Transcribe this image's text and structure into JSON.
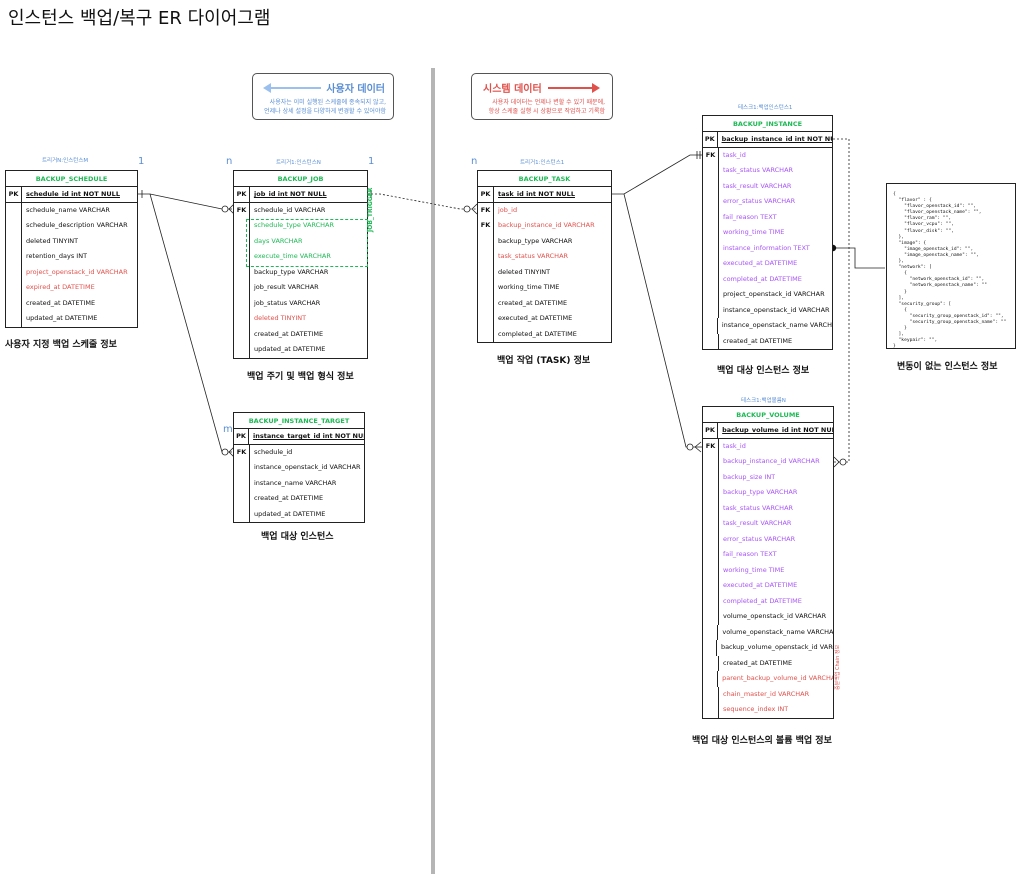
{
  "title": "인스턴스 백업/복구 ER 다이어그램",
  "notes": {
    "user": {
      "title": "사용자 데이터",
      "body": [
        "사용자는 이미 실행된 스케줄에 종속되지 않고,",
        "언제나 상세 설정을 다양하게 변경할 수 있어야함"
      ]
    },
    "system": {
      "title": "시스템 데이터",
      "body": [
        "사용자 데이터는 언제나 변할 수 있기 때문에,",
        "항상 스케줄 실행 시 상황으로 작업하고 기록함"
      ]
    }
  },
  "tables": {
    "backup_schedule": {
      "name": "BACKUP_SCHEDULE",
      "annotation": "트리거N:인스턴스M",
      "card_right": "1",
      "caption": "사용자 지정 백업 스케줄 정보",
      "pk": {
        "key": "PK",
        "field": "schedule_id int NOT NULL"
      },
      "rows": [
        {
          "key": "",
          "field": "schedule_name VARCHAR",
          "color": "black"
        },
        {
          "key": "",
          "field": "schedule_description VARCHAR",
          "color": "black"
        },
        {
          "key": "",
          "field": "deleted TINYINT",
          "color": "black"
        },
        {
          "key": "",
          "field": "retention_days INT",
          "color": "black"
        },
        {
          "key": "",
          "field": "project_openstack_id VARCHAR",
          "color": "red"
        },
        {
          "key": "",
          "field": "expired_at DATETIME",
          "color": "red"
        },
        {
          "key": "",
          "field": "created_at DATETIME",
          "color": "black"
        },
        {
          "key": "",
          "field": "updated_at DATETIME",
          "color": "black"
        }
      ]
    },
    "backup_job": {
      "name": "BACKUP_JOB",
      "annotation": "트리거1:인스턴스N",
      "card_left": "n",
      "card_right": "1",
      "caption": "백업 주기 및 백업 형식 정보",
      "trigger_label": "JOB_TRIGGER",
      "pk": {
        "key": "PK",
        "field": "job_id int NOT NULL"
      },
      "rows": [
        {
          "key": "FK",
          "field": "schedule_id VARCHAR",
          "color": "black"
        },
        {
          "key": "",
          "field": "schedule_type VARCHAR",
          "color": "green"
        },
        {
          "key": "",
          "field": "days VARCHAR",
          "color": "green"
        },
        {
          "key": "",
          "field": "execute_time VARCHAR",
          "color": "green"
        },
        {
          "key": "",
          "field": "backup_type VARCHAR",
          "color": "black"
        },
        {
          "key": "",
          "field": "job_result VARCHAR",
          "color": "black"
        },
        {
          "key": "",
          "field": "job_status VARCHAR",
          "color": "black"
        },
        {
          "key": "",
          "field": "deleted TINYINT",
          "color": "red"
        },
        {
          "key": "",
          "field": "created_at DATETIME",
          "color": "black"
        },
        {
          "key": "",
          "field": "updated_at DATETIME",
          "color": "black"
        }
      ]
    },
    "backup_instance_target": {
      "name": "BACKUP_INSTANCE_TARGET",
      "card_left": "m",
      "caption": "백업 대상 인스턴스",
      "pk": {
        "key": "PK",
        "field": "instance_target_id int NOT NULL"
      },
      "rows": [
        {
          "key": "FK",
          "field": "schedule_id",
          "color": "black"
        },
        {
          "key": "",
          "field": "instance_openstack_id VARCHAR",
          "color": "black"
        },
        {
          "key": "",
          "field": "instance_name VARCHAR",
          "color": "black"
        },
        {
          "key": "",
          "field": "created_at DATETIME",
          "color": "black"
        },
        {
          "key": "",
          "field": "updated_at DATETIME",
          "color": "black"
        }
      ]
    },
    "backup_task": {
      "name": "BACKUP_TASK",
      "annotation": "트리거1:인스턴스1",
      "card_left": "n",
      "caption": "백업 작업 (TASK) 정보",
      "pk": {
        "key": "PK",
        "field": "task_id int NOT NULL"
      },
      "rows": [
        {
          "key": "FK",
          "field": "job_id",
          "color": "red"
        },
        {
          "key": "FK",
          "field": "backup_instance_id VARCHAR",
          "color": "red"
        },
        {
          "key": "",
          "field": "backup_type VARCHAR",
          "color": "black"
        },
        {
          "key": "",
          "field": "task_status VARCHAR",
          "color": "red"
        },
        {
          "key": "",
          "field": "deleted TINYINT",
          "color": "black"
        },
        {
          "key": "",
          "field": "working_time TIME",
          "color": "black"
        },
        {
          "key": "",
          "field": "created_at DATETIME",
          "color": "black"
        },
        {
          "key": "",
          "field": "executed_at DATETIME",
          "color": "black"
        },
        {
          "key": "",
          "field": "completed_at DATETIME",
          "color": "black"
        }
      ]
    },
    "backup_instance": {
      "name": "BACKUP_INSTANCE",
      "annotation": "테스크1:백업인스턴스1",
      "caption": "백업 대상 인스턴스 정보",
      "pk": {
        "key": "PK",
        "field": "backup_instance_id int NOT NULL"
      },
      "rows": [
        {
          "key": "FK",
          "field": "task_id",
          "color": "purple"
        },
        {
          "key": "",
          "field": "task_status VARCHAR",
          "color": "purple"
        },
        {
          "key": "",
          "field": "task_result VARCHAR",
          "color": "purple"
        },
        {
          "key": "",
          "field": "error_status VARCHAR",
          "color": "purple"
        },
        {
          "key": "",
          "field": "fail_reason TEXT",
          "color": "purple"
        },
        {
          "key": "",
          "field": "working_time TIME",
          "color": "purple"
        },
        {
          "key": "",
          "field": "instance_information TEXT",
          "color": "purple"
        },
        {
          "key": "",
          "field": "executed_at DATETIME",
          "color": "purple"
        },
        {
          "key": "",
          "field": "completed_at DATETIME",
          "color": "purple"
        },
        {
          "key": "",
          "field": "project_openstack_id VARCHAR",
          "color": "black"
        },
        {
          "key": "",
          "field": "instance_openstack_id VARCHAR",
          "color": "black"
        },
        {
          "key": "",
          "field": "instance_openstack_name VARCHAR",
          "color": "black"
        },
        {
          "key": "",
          "field": "created_at DATETIME",
          "color": "black"
        }
      ]
    },
    "backup_volume": {
      "name": "BACKUP_VOLUME",
      "annotation": "테스크1:백업볼륨N",
      "caption": "백업 대상 인스턴스의 볼륨 백업 정보",
      "chain_label": "증분백업 Chain 정보",
      "pk": {
        "key": "PK",
        "field": "backup_volume_id int NOT NULL"
      },
      "rows": [
        {
          "key": "FK",
          "field": "task_id",
          "color": "purple"
        },
        {
          "key": "",
          "field": "backup_instance_id VARCHAR",
          "color": "purple"
        },
        {
          "key": "",
          "field": "backup_size INT",
          "color": "purple"
        },
        {
          "key": "",
          "field": "backup_type VARCHAR",
          "color": "purple"
        },
        {
          "key": "",
          "field": "task_status VARCHAR",
          "color": "purple"
        },
        {
          "key": "",
          "field": "task_result VARCHAR",
          "color": "purple"
        },
        {
          "key": "",
          "field": "error_status VARCHAR",
          "color": "purple"
        },
        {
          "key": "",
          "field": "fail_reason TEXT",
          "color": "purple"
        },
        {
          "key": "",
          "field": "working_time TIME",
          "color": "purple"
        },
        {
          "key": "",
          "field": "executed_at DATETIME",
          "color": "purple"
        },
        {
          "key": "",
          "field": "completed_at DATETIME",
          "color": "purple"
        },
        {
          "key": "",
          "field": "volume_openstack_id VARCHAR",
          "color": "black"
        },
        {
          "key": "",
          "field": "volume_openstack_name VARCHAR",
          "color": "black"
        },
        {
          "key": "",
          "field": "backup_volume_openstack_id VARCHAR",
          "color": "black"
        },
        {
          "key": "",
          "field": "created_at DATETIME",
          "color": "black"
        },
        {
          "key": "",
          "field": "parent_backup_volume_id VARCHAR",
          "color": "red"
        },
        {
          "key": "",
          "field": "chain_master_id VARCHAR",
          "color": "red"
        },
        {
          "key": "",
          "field": "sequence_index INT",
          "color": "red"
        }
      ]
    }
  },
  "json_note": {
    "caption": "변동이 없는 인스턴스 정보",
    "text": "{\n  \"flavor\" : {\n    \"flavor_openstack_id\": \"\",\n    \"flavor_openstack_name\": \"\",\n    \"flavor_ram\": \"\",\n    \"flavor_vcpu\": \"\",\n    \"flavor_disk\": \"\",\n  },\n  \"image\": {\n    \"image_openstack_id\": \"\",\n    \"image_openstack_name\": \"\",\n  },\n  \"network\": [\n    {\n      \"network_openstack_id\": \"\",\n      \"network_openstack_name\": \"\"\n    }\n  ],\n  \"security_group\": [\n    {\n      \"security_group_openstack_id\": \"\",\n      \"security_group_openstack_name\": \"\"\n    }\n  ],\n  \"keypair\": \"\",\n}"
  },
  "colors": {
    "header_green": "#1db954",
    "red": "#e0514c",
    "purple": "#a855f7",
    "blue": "#5b8fd4",
    "divider": "#b5b5b5"
  }
}
